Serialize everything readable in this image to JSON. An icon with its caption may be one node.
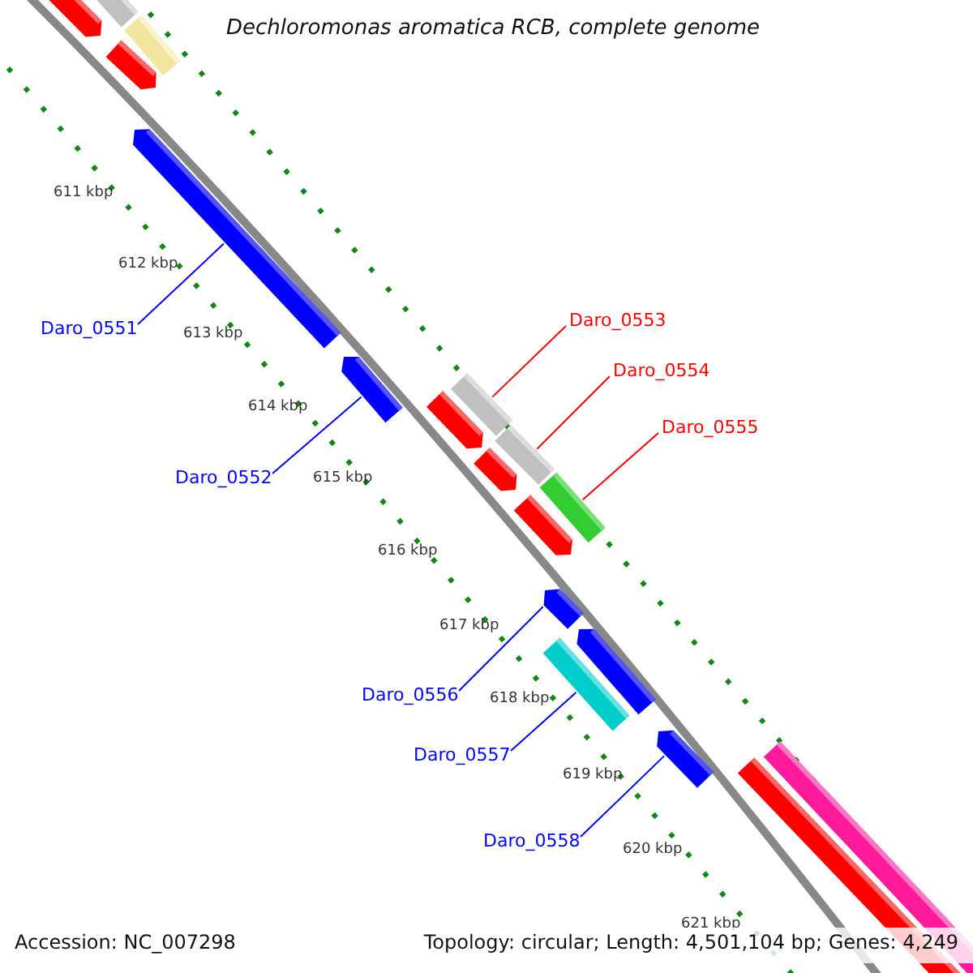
{
  "diagram": {
    "title": "Dechloromonas aromatica RCB, complete genome",
    "nodes": [
      {
        "text": [
          "Daro_0551"
        ]
      },
      {
        "text": [
          "Daro_0552"
        ]
      },
      {
        "text": [
          "Daro_0553"
        ]
      },
      {
        "text": [
          "Daro_0554"
        ]
      },
      {
        "text": [
          "Daro_0555"
        ]
      },
      {
        "text": [
          "Daro_0556"
        ]
      },
      {
        "text": [
          "Daro_0557"
        ]
      },
      {
        "text": [
          "Daro_0558"
        ]
      },
      {
        "text": [],
        "shape": "arrow"
      },
      {
        "text": [],
        "shape": "arrow"
      },
      {
        "text": [],
        "shape": "arrow"
      },
      {
        "text": [],
        "shape": "arrow"
      },
      {
        "text": [],
        "shape": "arrow"
      },
      {
        "text": [],
        "shape": "arrow"
      },
      {
        "text": [],
        "shape": "arrow"
      },
      {
        "text": [],
        "shape": "arrow"
      }
    ],
    "edges": [
      {
        "from": 0,
        "to": 8,
        "arrow": "none"
      },
      {
        "from": 1,
        "to": 9,
        "arrow": "none"
      },
      {
        "from": 2,
        "to": 10,
        "arrow": "none",
        "color": "#ff0000"
      },
      {
        "from": 3,
        "to": 11,
        "arrow": "none",
        "color": "#ff0000"
      },
      {
        "from": 4,
        "to": 12,
        "arrow": "none",
        "color": "#ff0000"
      },
      {
        "from": 5,
        "to": 13,
        "arrow": "none"
      },
      {
        "from": 6,
        "to": 14,
        "arrow": "none"
      },
      {
        "from": 7,
        "to": 15,
        "arrow": "none"
      }
    ],
    "labels": [
      "611 kbp",
      "612 kbp",
      "613 kbp",
      "614 kbp",
      "615 kbp",
      "616 kbp",
      "617 kbp",
      "618 kbp",
      "619 kbp",
      "620 kbp",
      "621 kbp",
      "Accession: NC_007298",
      "Topology: circular; Length: 4,501,104 bp; Genes: 4,249"
    ]
  }
}
